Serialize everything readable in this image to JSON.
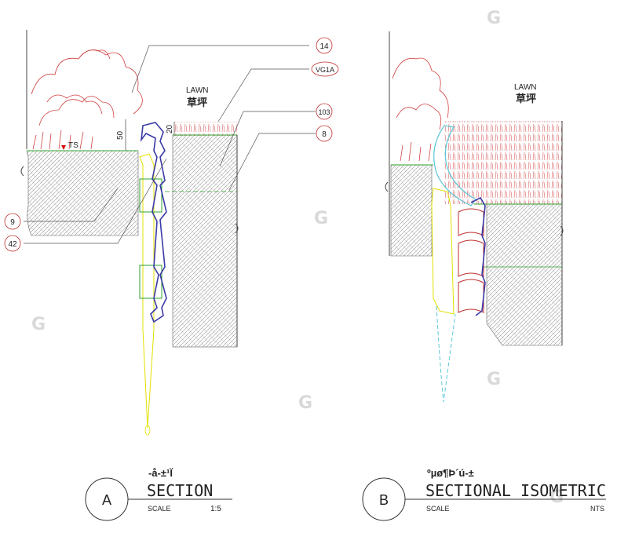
{
  "detail_a": {
    "lawn_en": "LAWN",
    "lawn_cn": "草坪",
    "ts_label": "TS",
    "dim_50": "50",
    "dim_20": "20",
    "tags": [
      "14",
      "VG1A",
      "103",
      "8",
      "9",
      "42"
    ],
    "circle_letter": "A",
    "subtitle_garbled": "-å-±¹Ï",
    "title": "SECTION",
    "scale_label": "SCALE",
    "scale_value": "1:5"
  },
  "detail_b": {
    "lawn_en": "LAWN",
    "lawn_cn": "草坪",
    "circle_letter": "B",
    "subtitle_garbled": "ºµø¶Þ´ú-±",
    "title": "SECTIONAL ISOMETRIC",
    "scale_label": "SCALE",
    "scale_value": "NTS"
  },
  "colors": {
    "plant": "#d04040",
    "grade": "#2ca02c",
    "edging": "#3a3aa8",
    "stake": "#e3e000",
    "stake_iso": "#5bc8d8",
    "hatch": "#888888",
    "line": "#444444",
    "tag": "#c03030"
  }
}
